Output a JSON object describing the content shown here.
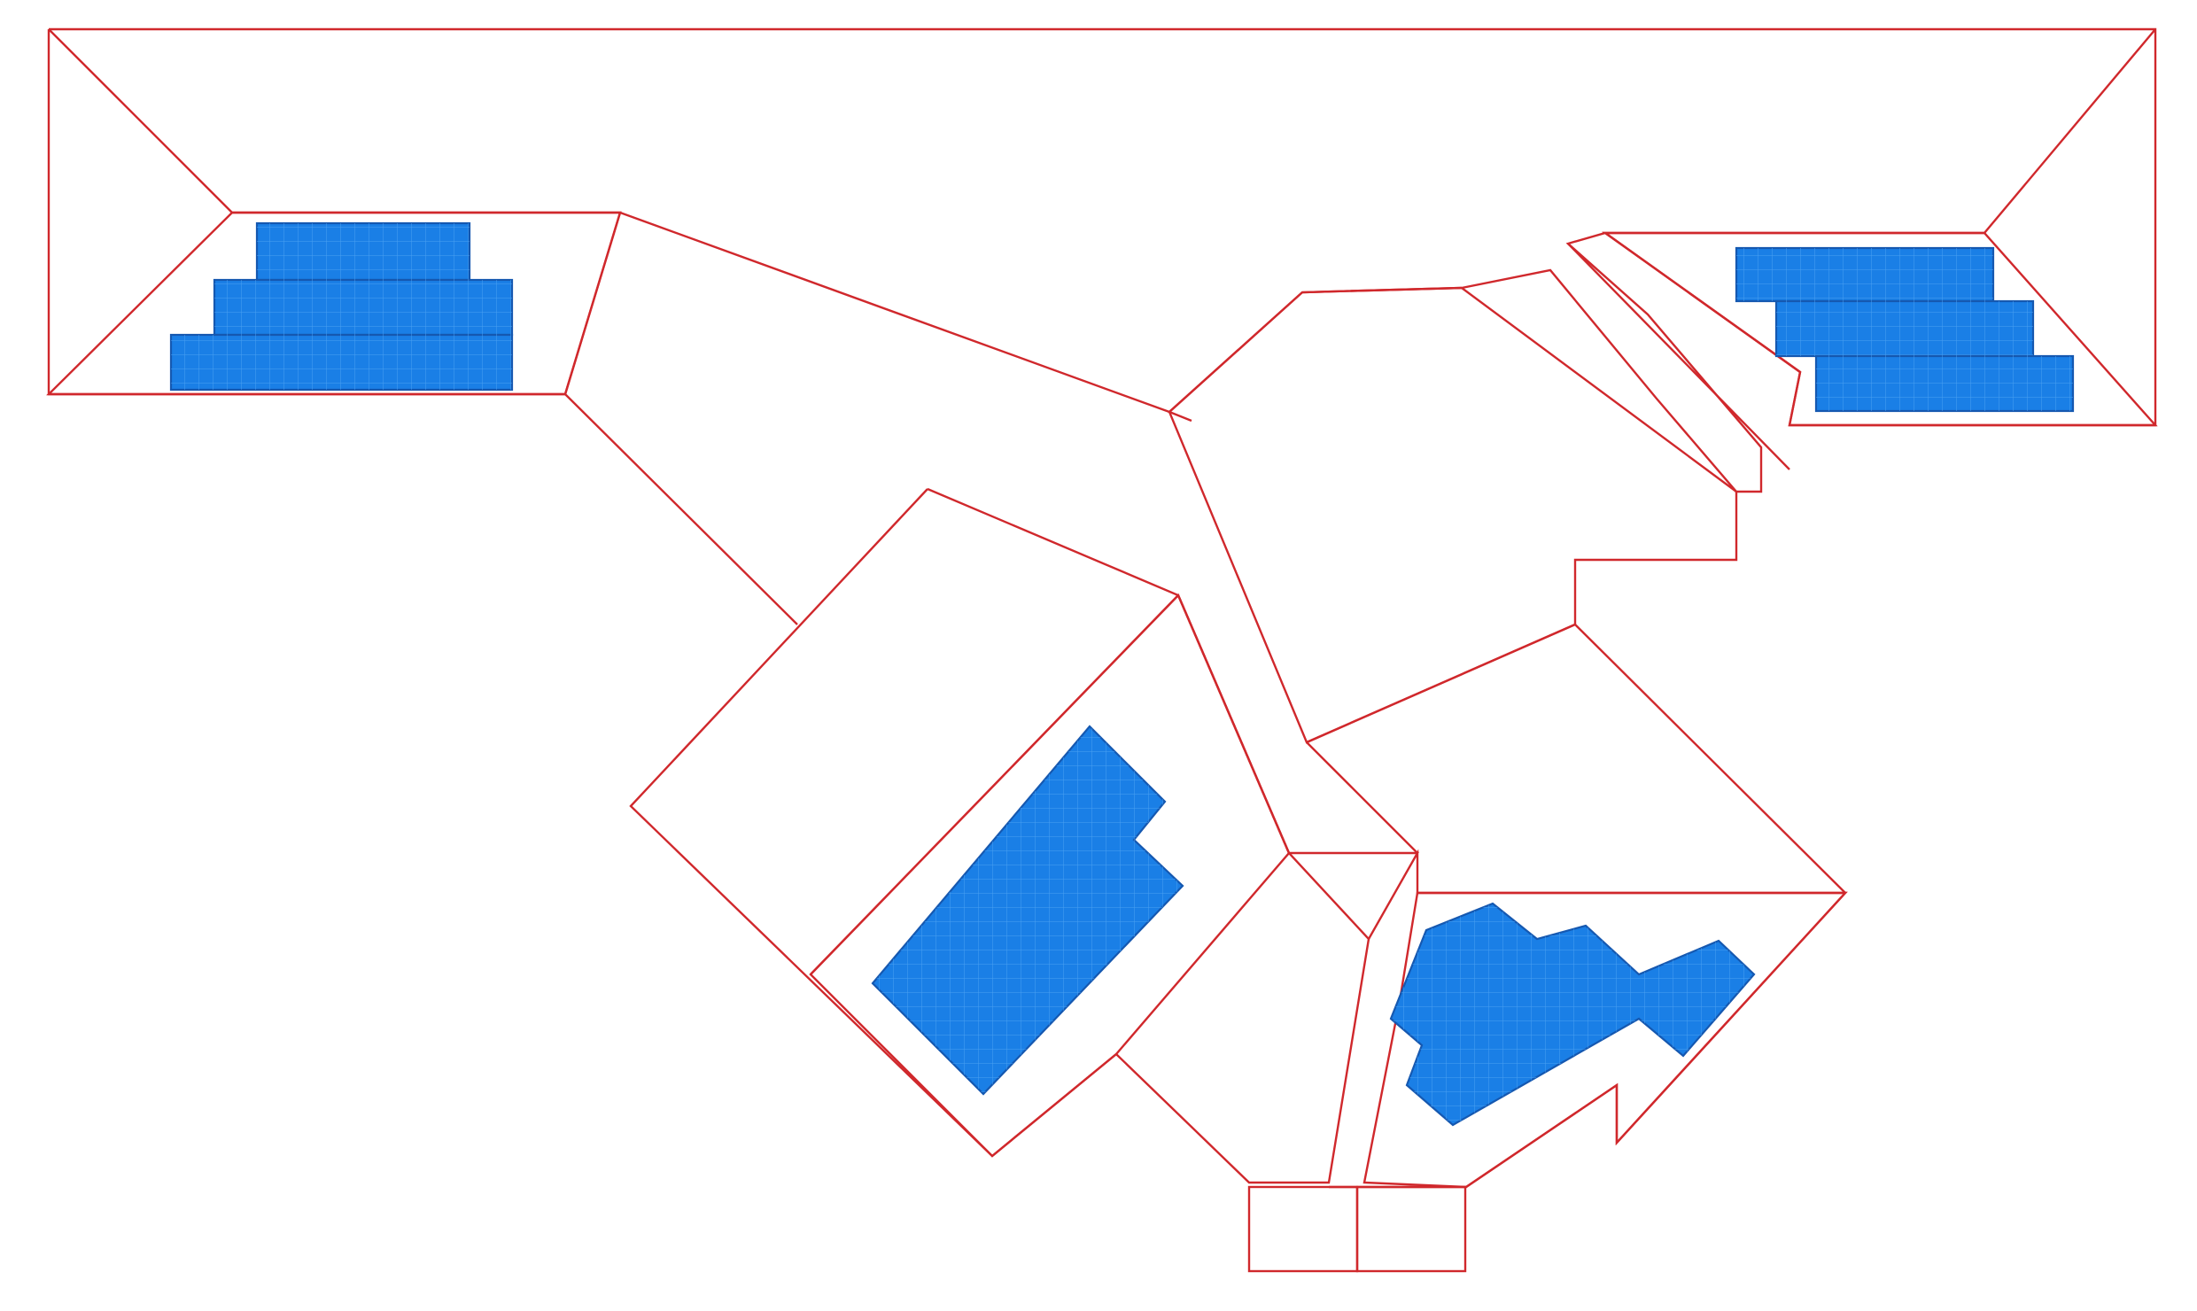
{
  "colors": {
    "background": "#ffffff",
    "roof_line": "#d0282c",
    "mesh_line": "#d0282c",
    "panel_fill": "#1a7fe6",
    "panel_border": "#1558b0",
    "panel_cell_line": "#4aa0f2",
    "panel_group_line": "#c93a3a"
  },
  "roof_facets": [
    "facet-north-hip",
    "facet-west-hip",
    "facet-east-hip",
    "facet-valley-link",
    "facet-center-wing",
    "facet-southwest-wing",
    "facet-south-neck",
    "facet-southeast-wing",
    "facet-porch-left",
    "facet-porch-right"
  ],
  "solar_arrays": [
    {
      "id": "nw",
      "facing": "south",
      "rows": [
        6,
        8,
        10
      ]
    },
    {
      "id": "ne",
      "facing": "south",
      "rows": [
        6,
        6,
        6
      ]
    },
    {
      "id": "sw",
      "facing": "southeast",
      "rows": [
        5,
        5,
        5,
        5,
        4
      ]
    },
    {
      "id": "se",
      "facing": "northwest",
      "rows": [
        3,
        4,
        4,
        4
      ]
    }
  ]
}
